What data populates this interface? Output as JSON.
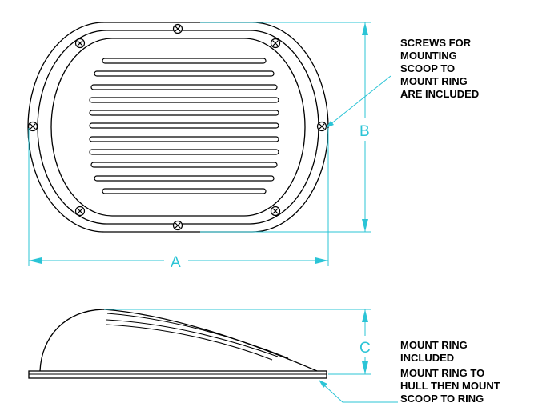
{
  "dimensions": {
    "a": "A",
    "b": "B",
    "c": "C"
  },
  "notes": {
    "screws": "SCREWS FOR\nMOUNTING\nSCOOP TO\nMOUNT RING\nARE INCLUDED",
    "ring": "MOUNT RING\nINCLUDED",
    "hull": "MOUNT RING TO\nHULL THEN MOUNT\nSCOOP TO RING"
  },
  "colors": {
    "outline": "#000000",
    "dimension": "#2bc4d6",
    "background": "#ffffff"
  },
  "icons": {
    "screw": "phillips-screw-head-icon"
  }
}
